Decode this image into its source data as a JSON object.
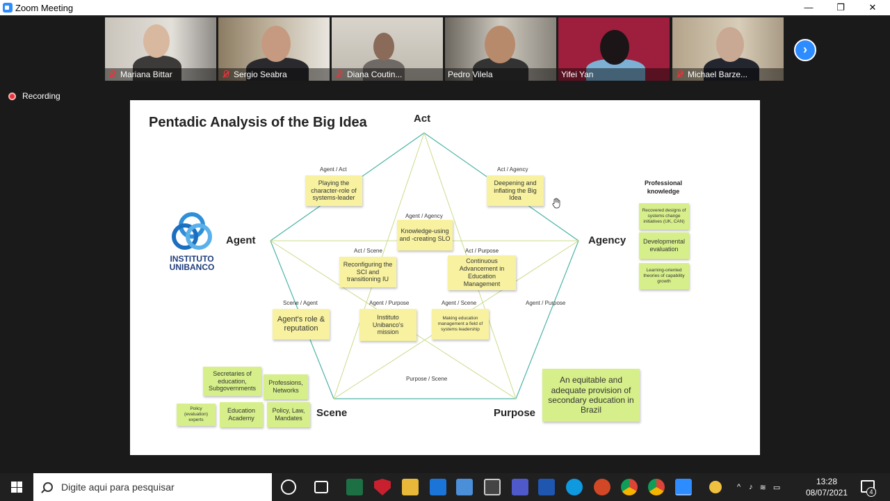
{
  "window": {
    "title": "Zoom Meeting",
    "minimize": "—",
    "maximize": "❐",
    "close": "✕"
  },
  "participants": [
    {
      "name": "Mariana Bittar",
      "muted": true
    },
    {
      "name": "Sergio Seabra",
      "muted": true
    },
    {
      "name": "Diana Coutin...",
      "muted": true
    },
    {
      "name": "Pedro Vilela",
      "muted": false
    },
    {
      "name": "Yifei Yan",
      "muted": false,
      "active": true
    },
    {
      "name": "Michael Barze...",
      "muted": true
    }
  ],
  "next_arrow": "›",
  "recording_label": "Recording",
  "slide": {
    "title": "Pentadic Analysis of the Big Idea",
    "axes": {
      "act": "Act",
      "agency": "Agency",
      "agent": "Agent",
      "scene": "Scene",
      "purpose": "Purpose"
    },
    "logo": {
      "line1": "INSTITUTO",
      "line2": "UNIBANCO"
    },
    "pairs": [
      {
        "label": "Agent / Act",
        "note": "Playing the character-role of systems-leader"
      },
      {
        "label": "Act  / Agency",
        "note": "Deepening and inflating the Big Idea"
      },
      {
        "label": "Agent / Agency",
        "note": "Knowledge-using and -creating SLO"
      },
      {
        "label": "Act / Scene",
        "note": "Reconfiguring the SCI and transitioning IU"
      },
      {
        "label": "Act / Purpose",
        "note": "Continuous Advancement in Education Management"
      },
      {
        "label": "Scene / Agent",
        "note": "Agent's role & reputation"
      },
      {
        "label": "Agent / Purpose",
        "note": "Instituto Unibanco's mission"
      },
      {
        "label": "Agent / Scene",
        "note": "Making education management a field of systems leadership"
      },
      {
        "label": "Agent / Purpose"
      },
      {
        "label": "Purpose / Scene"
      }
    ],
    "professional_knowledge": {
      "title": "Professional knowledge",
      "items": [
        "Recovered designs of systems change initiatives (UK, CAN)",
        "Developmental evaluation",
        "Learning-oriented theories of capability growth"
      ]
    },
    "scene_notes": [
      "Secretaries of education, Subgovernments",
      "Professions, Networks",
      "Policy (evaluation) experts",
      "Education Academy",
      "Policy, Law, Mandates"
    ],
    "purpose_note": "An equitable and adequate provision of secondary education in Brazil"
  },
  "taskbar": {
    "search_placeholder": "Digite aqui para pesquisar",
    "time": "13:28",
    "date": "08/07/2021",
    "notifications": "4"
  },
  "colors": {
    "zoom_blue": "#2d8cff",
    "active_speaker": "#8ec63f",
    "sticky_yellow": "#f8f2a0",
    "sticky_green": "#d6ef8a",
    "pentagon_outer": "#4bb3a6",
    "pentagon_inner": "#c8dc8a"
  }
}
